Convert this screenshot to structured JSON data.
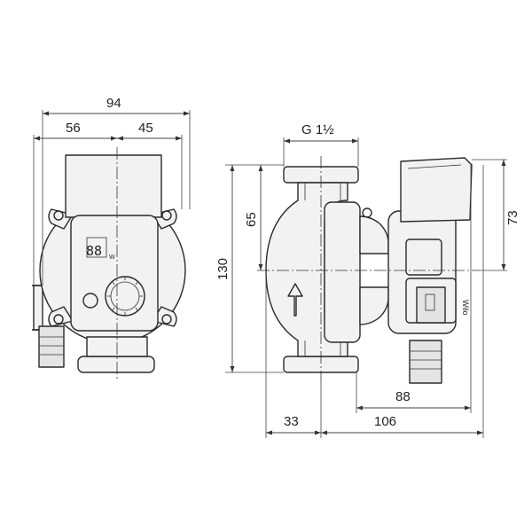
{
  "dimensions": {
    "overall_width": "94",
    "left_width": "56",
    "right_width": "45",
    "connection": "G 1½",
    "upper_height": "65",
    "total_height": "130",
    "head_height": "73",
    "motor_depth": "88",
    "flange_offset": "33",
    "body_depth": "106"
  },
  "display": {
    "digits": "88",
    "unit": "W"
  },
  "brand_mark": "Wilo"
}
